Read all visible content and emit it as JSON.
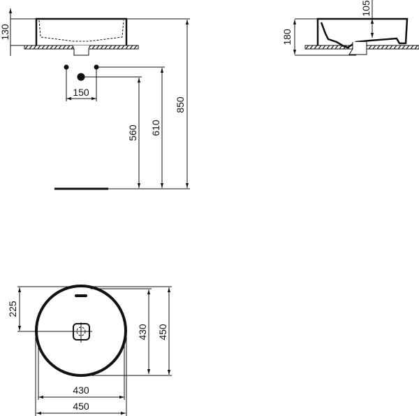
{
  "dimensions": {
    "front_height": "130",
    "tap_spacing": "150",
    "waste_height": "560",
    "tap_height": "610",
    "top_height": "850",
    "side_height": "180",
    "side_depth": "105",
    "plan_center": "225",
    "plan_inner_depth": "430",
    "plan_outer_depth": "450",
    "plan_inner_width": "430",
    "plan_outer_width": "450"
  }
}
